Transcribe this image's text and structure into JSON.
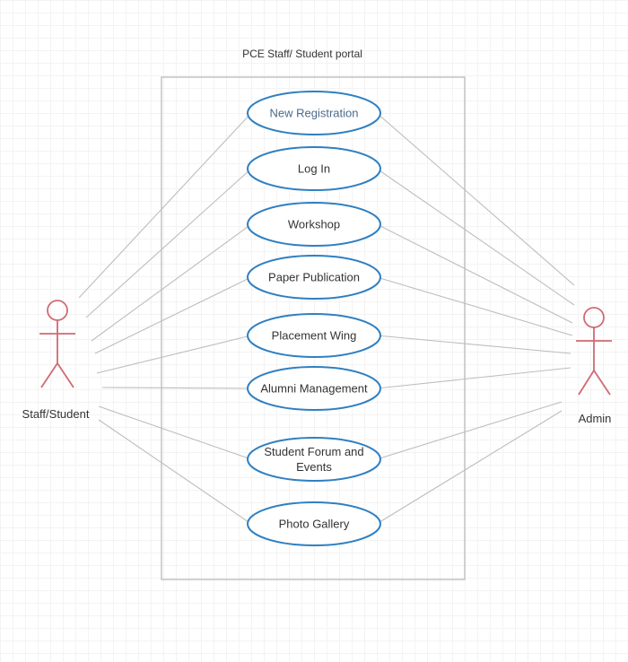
{
  "diagram": {
    "system_title": "PCE Staff/ Student portal",
    "actors": {
      "left": "Staff/Student",
      "right": "Admin"
    },
    "use_cases": [
      [
        "New Registration"
      ],
      [
        "Log In"
      ],
      [
        "Workshop"
      ],
      [
        "Paper Publication"
      ],
      [
        "Placement Wing"
      ],
      [
        "Alumni Management"
      ],
      [
        "Student Forum and",
        "Events"
      ],
      [
        "Photo Gallery"
      ]
    ],
    "colors": {
      "use_case_stroke": "#2f7fc1",
      "actor_stroke": "#d06a73",
      "association_line": "#bdbdbd",
      "boundary": "#b5b5b5"
    }
  }
}
